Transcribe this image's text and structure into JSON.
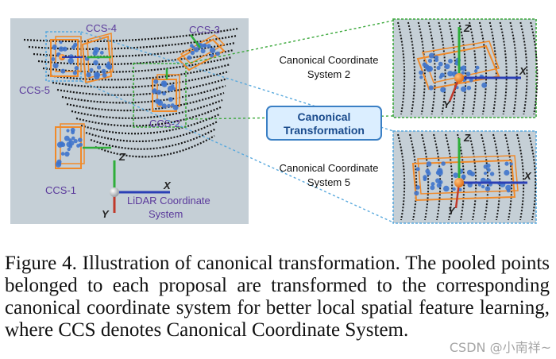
{
  "figure": {
    "ccs_labels": [
      "CCS-1",
      "CCS-2",
      "CCS-3",
      "CCS-4",
      "CCS-5"
    ],
    "axis_labels": {
      "x": "X",
      "y": "Y",
      "z": "Z"
    },
    "lidar_label": "LiDAR Coordinate System",
    "lidar_label_lines": [
      "LiDAR Coordinate",
      "System"
    ],
    "canonical_box_lines": [
      "Canonical",
      "Transformation"
    ],
    "ccs2_caption_lines": [
      "Canonical Coordinate",
      "System 2"
    ],
    "ccs5_caption_lines": [
      "Canonical Coordinate",
      "System 5"
    ],
    "colors": {
      "lidar_bg": "#c5cfd6",
      "box_orange": "#f08a2a",
      "points_blue": "#3f74cc",
      "axis_blue": "#2a3fb5",
      "axis_green": "#2fae3a",
      "label_purple": "#5b3a9c",
      "dash_blue": "#59a9dd",
      "dash_green": "#3aa83a",
      "canonical_fill": "#dbeeff",
      "canonical_border": "#3a7fc4"
    }
  },
  "caption": {
    "text": "Figure 4. Illustration of canonical transformation.  The pooled points belonged to each proposal are transformed to the corresponding canonical coordinate system for better local spatial feature learning, where CCS denotes Canonical Coordinate System."
  },
  "watermark": "CSDN @小南祥~"
}
